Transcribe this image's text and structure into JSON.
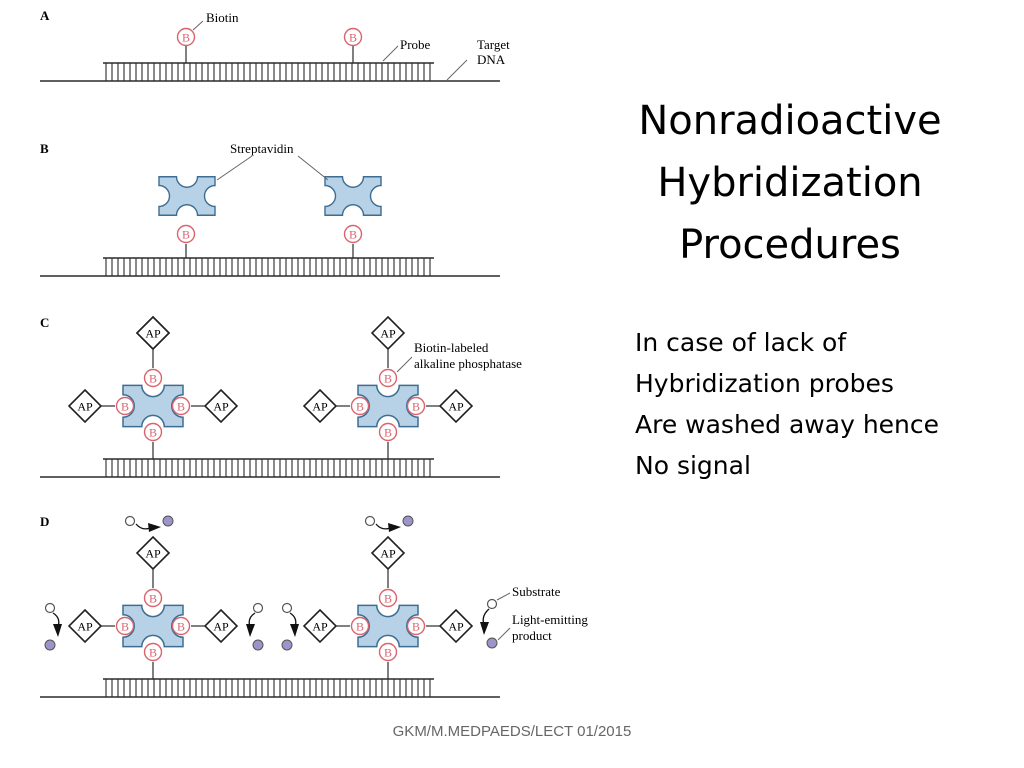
{
  "title": {
    "lines": [
      "Nonradioactive",
      "Hybridization",
      "Procedures"
    ]
  },
  "body": {
    "lines": [
      "In case of lack of",
      "Hybridization probes",
      "Are washed away hence",
      "No signal"
    ]
  },
  "footer": "GKM/M.MEDPAEDS/LECT 01/2015",
  "diagram": {
    "panels": [
      "A",
      "B",
      "C",
      "D"
    ],
    "biotin_symbol": "B",
    "enzyme_symbol": "AP",
    "labels": {
      "biotin": "Biotin",
      "probe": "Probe",
      "target_line1": "Target",
      "target_line2": "DNA",
      "streptavidin": "Streptavidin",
      "ap_line1": "Biotin-labeled",
      "ap_line2": "alkaline phosphatase",
      "substrate": "Substrate",
      "product_line1": "Light-emitting",
      "product_line2": "product"
    }
  },
  "colors": {
    "streptavidin_fill": "#b7d2e6",
    "streptavidin_stroke": "#3d6d93",
    "biotin": "#d9646e",
    "product_dot": "#9d94c9",
    "line": "#2b2b2b"
  }
}
